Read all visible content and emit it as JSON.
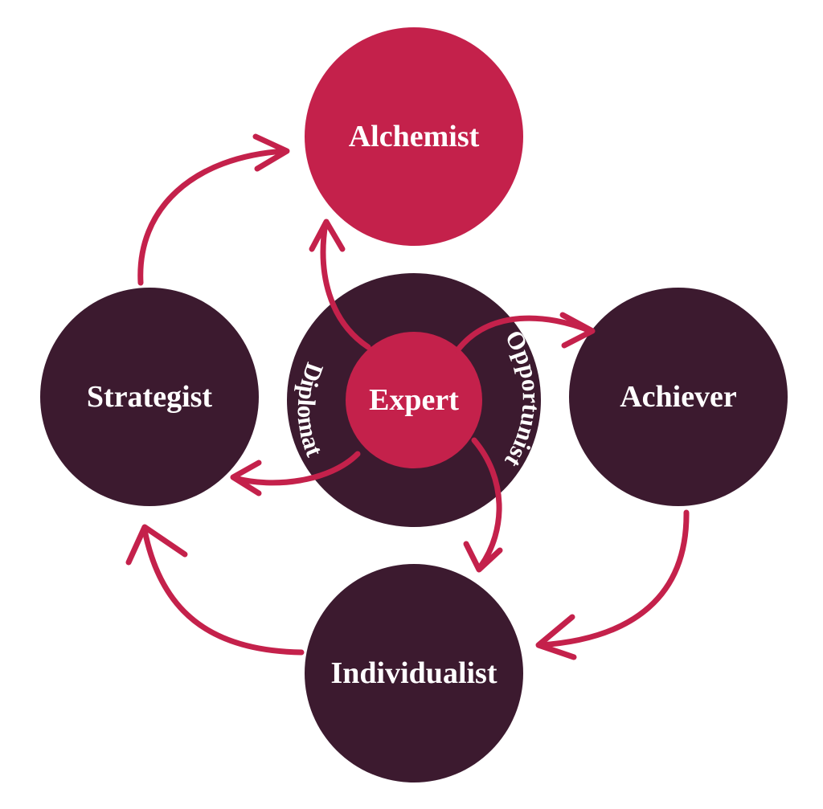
{
  "colors": {
    "crimson": "#c4214b",
    "plum": "#3c1a2f",
    "background": "#ffffff",
    "text": "#ffffff"
  },
  "nodes": {
    "alchemist": "Alchemist",
    "strategist": "Strategist",
    "achiever": "Achiever",
    "individualist": "Individualist",
    "expert": "Expert"
  },
  "ring_labels": {
    "diplomat": "Diplomat",
    "opportunist": "Opportunist"
  }
}
